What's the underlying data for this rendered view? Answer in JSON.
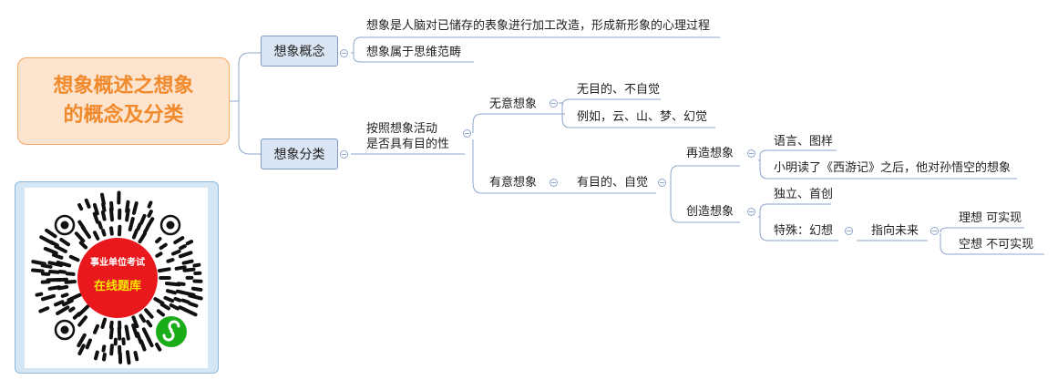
{
  "mindmap": {
    "central_topic": [
      "想象概述之想象",
      "的概念及分类"
    ],
    "concept": {
      "label": "想象概念",
      "items": [
        "想象是人脑对已储存的表象进行加工改造，形成新形象的心理过程",
        "想象属于思维范畴"
      ]
    },
    "classification": {
      "label": "想象分类",
      "criterion": [
        "按照想象活动",
        "是否具有目的性"
      ],
      "unintentional": {
        "label": "无意想象",
        "items": [
          "无目的、不自觉",
          "例如，云、山、梦、幻觉"
        ]
      },
      "intentional": {
        "label": "有意想象",
        "feature": "有目的、自觉",
        "reproductive": {
          "label": "再造想象",
          "items": [
            "语言、图样",
            "小明读了《西游记》之后，他对孙悟空的想象"
          ]
        },
        "creative": {
          "label": "创造想象",
          "items": [
            "独立、首创"
          ],
          "special": {
            "label": "特殊：幻想",
            "direction": "指向未来",
            "types": [
              "理想 可实现",
              "空想 不可实现"
            ]
          }
        }
      }
    }
  },
  "qr_code": {
    "title": "事业单位考试",
    "subtitle": "在线题库",
    "colors": {
      "badge": "#e8181d",
      "title": "#ffffff",
      "subtitle": "#f7e500",
      "mini_program": "#1aad19"
    }
  },
  "colors": {
    "central_fill": "#fde4cf",
    "central_border": "#f5a96a",
    "central_text": "#f08a2c",
    "branch_fill": "#dbe6f4",
    "branch_border": "#7d99c4",
    "link": "#8ea6cc"
  }
}
